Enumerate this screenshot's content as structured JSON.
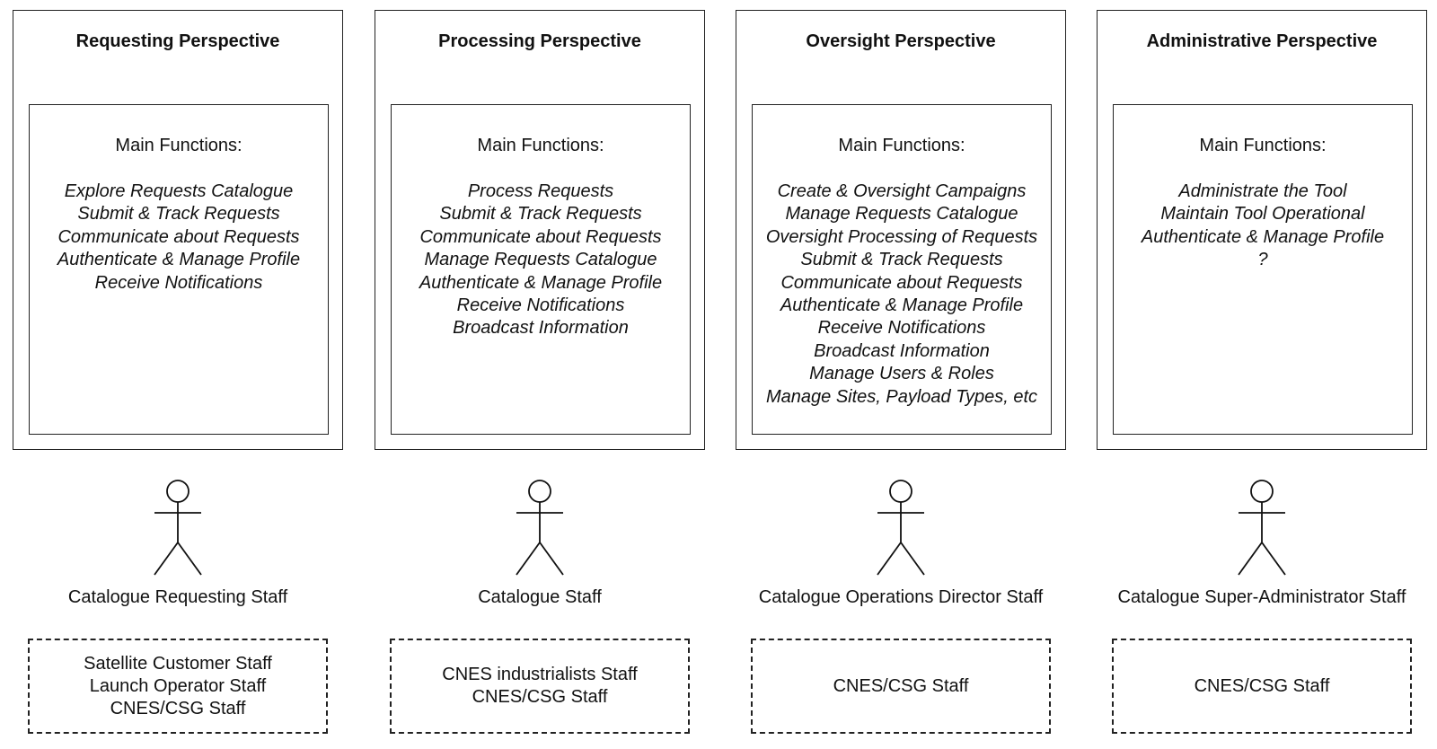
{
  "functions_heading": "Main Functions:",
  "perspectives": [
    {
      "title": "Requesting Perspective",
      "functions": [
        "Explore Requests Catalogue",
        "Submit & Track Requests",
        "Communicate about Requests",
        "Authenticate & Manage Profile",
        "Receive Notifications"
      ],
      "actor": "Catalogue Requesting Staff",
      "staff": [
        "Satellite Customer Staff",
        "Launch Operator Staff",
        "CNES/CSG Staff"
      ]
    },
    {
      "title": "Processing Perspective",
      "functions": [
        "Process Requests",
        "Submit & Track Requests",
        "Communicate about Requests",
        "Manage Requests Catalogue",
        "Authenticate & Manage Profile",
        "Receive Notifications",
        "Broadcast Information"
      ],
      "actor": "Catalogue Staff",
      "staff": [
        "CNES industrialists Staff",
        "CNES/CSG Staff"
      ]
    },
    {
      "title": "Oversight Perspective",
      "functions": [
        "Create & Oversight Campaigns",
        "Manage Requests Catalogue",
        "Oversight Processing of Requests",
        "Submit & Track Requests",
        "Communicate about Requests",
        "Authenticate & Manage Profile",
        "Receive Notifications",
        "Broadcast Information",
        "Manage Users & Roles",
        "Manage Sites, Payload Types, etc"
      ],
      "actor": "Catalogue Operations Director Staff",
      "staff": [
        "CNES/CSG Staff"
      ]
    },
    {
      "title": "Administrative Perspective",
      "functions": [
        "Administrate the Tool",
        "Maintain Tool Operational",
        "Authenticate & Manage Profile",
        "?"
      ],
      "actor": "Catalogue Super-Administrator Staff",
      "staff": [
        "CNES/CSG Staff"
      ]
    }
  ]
}
